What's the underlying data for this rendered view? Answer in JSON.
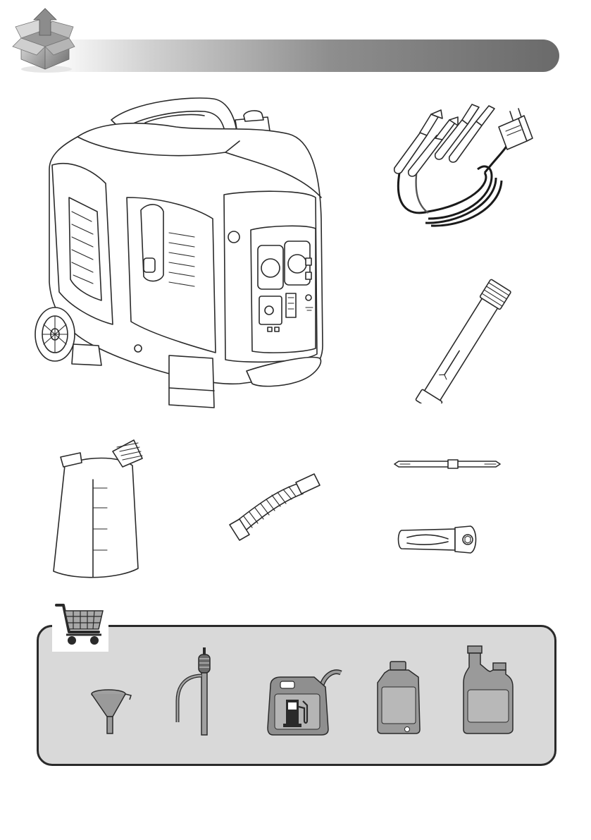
{
  "header": {
    "icon": "unpacking-box-icon",
    "bar_gradient": [
      "#ffffff",
      "#6e6e6e"
    ]
  },
  "package_contents": [
    {
      "name": "inverter-generator",
      "icon": "generator-icon"
    },
    {
      "name": "dc-charging-cable",
      "icon": "charging-cable-icon"
    },
    {
      "name": "spark-plug-wrench",
      "icon": "spark-plug-wrench-icon"
    },
    {
      "name": "oil-filler-bottle",
      "icon": "oil-bottle-icon"
    },
    {
      "name": "extension-hose",
      "icon": "hose-icon"
    },
    {
      "name": "screwdriver",
      "icon": "screwdriver-icon"
    },
    {
      "name": "socket-adapter",
      "icon": "socket-adapter-icon"
    }
  ],
  "required_items": {
    "icon": "shopping-cart-icon",
    "panel_color": "#d9d9d9",
    "items": [
      {
        "name": "funnel",
        "icon": "funnel-icon"
      },
      {
        "name": "hand-pump",
        "icon": "pump-icon"
      },
      {
        "name": "fuel-canister",
        "icon": "fuel-canister-icon"
      },
      {
        "name": "oil-jug",
        "icon": "oil-jug-icon"
      },
      {
        "name": "engine-oil-bottle",
        "icon": "engine-oil-bottle-icon"
      }
    ]
  }
}
